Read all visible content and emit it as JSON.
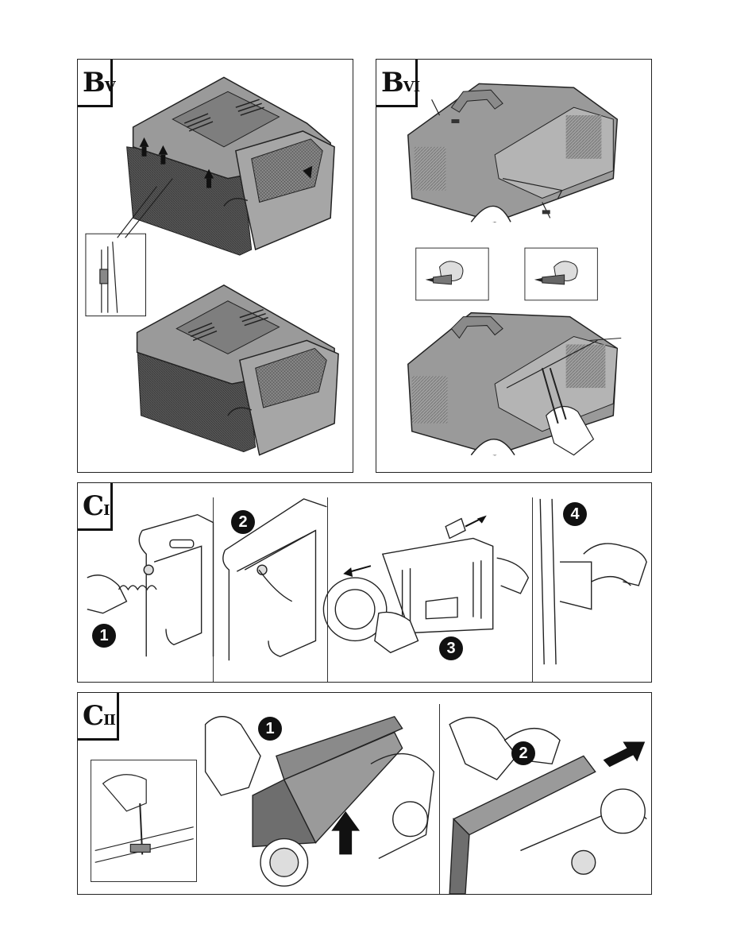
{
  "panels": {
    "bv": {
      "tag_main": "B",
      "tag_sub": "V"
    },
    "bvi": {
      "tag_main": "B",
      "tag_sub": "VI"
    },
    "ci": {
      "tag_main": "C",
      "tag_sub": "I",
      "steps": [
        "1",
        "2",
        "3",
        "4"
      ]
    },
    "cii": {
      "tag_main": "C",
      "tag_sub": "II",
      "steps": [
        "1",
        "2"
      ]
    }
  },
  "colors": {
    "line": "#222222",
    "housing": "#9a9a9a",
    "housing_dark": "#6e6e6e",
    "mesh": "#555555",
    "background": "#ffffff"
  },
  "icons": [
    "grass-catcher-illustration",
    "screw-icon",
    "spring-icon",
    "hand-icon",
    "arrow-icon",
    "mower-deflector-illustration"
  ]
}
